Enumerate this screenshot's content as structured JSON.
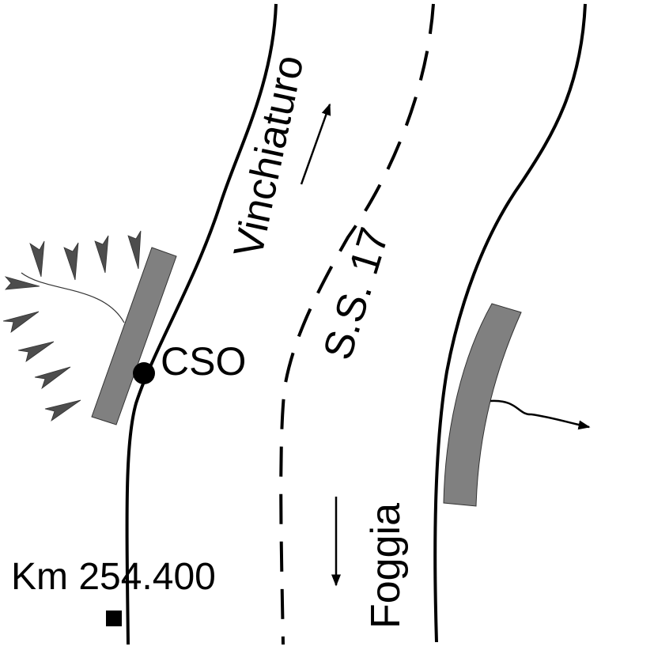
{
  "labels": {
    "direction_north": "Vinchiaturo",
    "road_name": "S.S. 17",
    "direction_south": "Foggia",
    "outfall": "CSO",
    "kilometer": "Km 254.400"
  },
  "colors": {
    "barrier": "#808080",
    "dart": "#4d4d4d",
    "line": "#000000"
  }
}
